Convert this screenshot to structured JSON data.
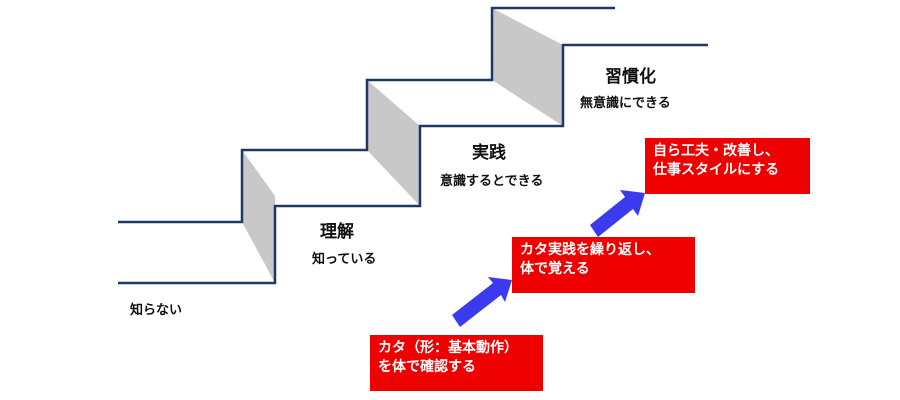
{
  "stages": [
    {
      "title": "",
      "subtitle": "知らない"
    },
    {
      "title": "理解",
      "subtitle": "知っている"
    },
    {
      "title": "実践",
      "subtitle": "意識するとできる"
    },
    {
      "title": "習慣化",
      "subtitle": "無意識にできる"
    }
  ],
  "steps": [
    {
      "text": "カタ（形：基本動作）\nを体で確認する"
    },
    {
      "text": "カタ実践を繰り返し、\n体で覚える"
    },
    {
      "text": "自ら工夫・改善し、\n仕事スタイルにする"
    }
  ],
  "colors": {
    "stair_line": "#1f3864",
    "riser_fill": "#c8c8c8",
    "box_fill": "#ee0000",
    "arrow_fill": "#3a3aee"
  },
  "icons": [
    "up-right-arrow-icon",
    "up-right-arrow-icon",
    "up-right-arrow-icon"
  ]
}
